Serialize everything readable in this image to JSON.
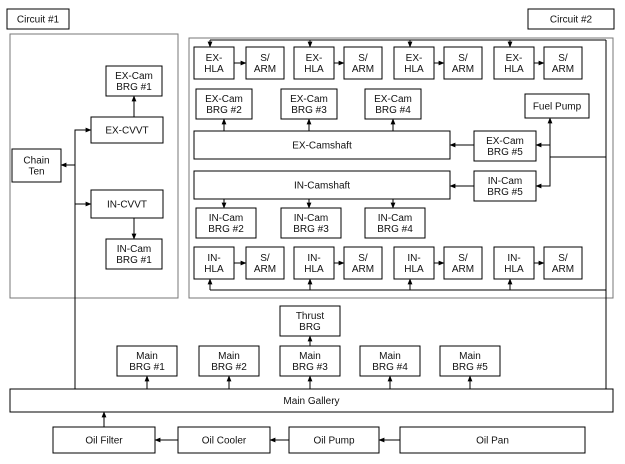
{
  "labels": {
    "circuit1": "Circuit #1",
    "circuit2": "Circuit #2",
    "chain_ten": [
      "Chain",
      "Ten"
    ],
    "ex_cvvt": "EX-CVVT",
    "in_cvvt": "IN-CVVT",
    "ex_cam_brg1": [
      "EX-Cam",
      "BRG #1"
    ],
    "in_cam_brg1": [
      "IN-Cam",
      "BRG #1"
    ],
    "ex_hla": [
      "EX-",
      "HLA"
    ],
    "in_hla": [
      "IN-",
      "HLA"
    ],
    "s_arm": [
      "S/",
      "ARM"
    ],
    "ex_cam_brg2": [
      "EX-Cam",
      "BRG #2"
    ],
    "ex_cam_brg3": [
      "EX-Cam",
      "BRG #3"
    ],
    "ex_cam_brg4": [
      "EX-Cam",
      "BRG #4"
    ],
    "ex_cam_brg5": [
      "EX-Cam",
      "BRG #5"
    ],
    "in_cam_brg2": [
      "IN-Cam",
      "BRG #2"
    ],
    "in_cam_brg3": [
      "IN-Cam",
      "BRG #3"
    ],
    "in_cam_brg4": [
      "IN-Cam",
      "BRG #4"
    ],
    "in_cam_brg5": [
      "IN-Cam",
      "BRG #5"
    ],
    "fuel_pump": "Fuel Pump",
    "ex_camshaft": "EX-Camshaft",
    "in_camshaft": "IN-Camshaft",
    "thrust_brg": [
      "Thrust",
      "BRG"
    ],
    "main_brg1": [
      "Main",
      "BRG #1"
    ],
    "main_brg2": [
      "Main",
      "BRG #2"
    ],
    "main_brg3": [
      "Main",
      "BRG #3"
    ],
    "main_brg4": [
      "Main",
      "BRG #4"
    ],
    "main_brg5": [
      "Main",
      "BRG #5"
    ],
    "main_gallery": "Main Gallery",
    "oil_filter": "Oil Filter",
    "oil_cooler": "Oil Cooler",
    "oil_pump": "Oil Pump",
    "oil_pan": "Oil Pan"
  }
}
